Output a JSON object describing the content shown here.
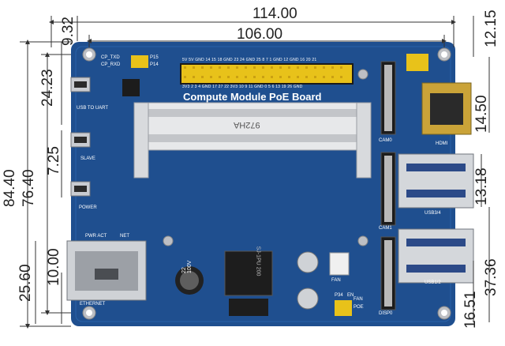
{
  "dimensions": {
    "top_width_1": "114.00",
    "top_width_2": "106.00",
    "hole_offset_top_left": "9.32",
    "hole_offset_top_right": "12.15",
    "total_height": "84.40",
    "hole_span_height": "76.40",
    "usb_uart_offset": "24.23",
    "usb_pitch": "7.25",
    "ethernet_offset": "25.60",
    "ethernet_bottom": "10.00",
    "hdmi_offset": "14.50",
    "usb34_offset": "13.18",
    "usb12_offset": "37.36",
    "bottom_right_offset": "16.51"
  },
  "board": {
    "title": "Compute Module PoE Board",
    "header_top_row": "5V  5V GND 14  15  18 GND 23  24 GND 25  8   7   1  GND 12 GND 16  20  21",
    "header_bottom_row": "3V3  2   3   4  GND 17  27  22 3V3 10   9  11 GND  0   5   6  13  19  26 GND",
    "labels": {
      "usb_to_uart": "USB TO UART",
      "slave": "SLAVE",
      "power": "POWER",
      "pwr_act": "PWR ACT",
      "net": "NET",
      "ethernet": "ETHERNET",
      "cam0": "CAM0",
      "cam1": "CAM1",
      "disp0": "DISP0",
      "hdmi": "HDMI",
      "usb34": "USB3/4",
      "usb12": "USB1/2",
      "fan_top": "FAN",
      "fan_bottom": "FAN",
      "poe": "POE",
      "p34": "P34",
      "en": "EN",
      "cp_txd": "CP_TXD",
      "cp_rxd": "CP_RXD",
      "p15": "P15",
      "p14": "P14",
      "socket": "972HA",
      "cap_text": "22\n100V",
      "transformer_text": "SJ-1PU 200"
    }
  },
  "colors": {
    "pcb": "#1f4f8f",
    "pcb_dark": "#163c70",
    "header": "#e8c21a",
    "silkscreen": "#ffffff",
    "metal": "#c9ccd1",
    "dim_line": "#333333"
  }
}
